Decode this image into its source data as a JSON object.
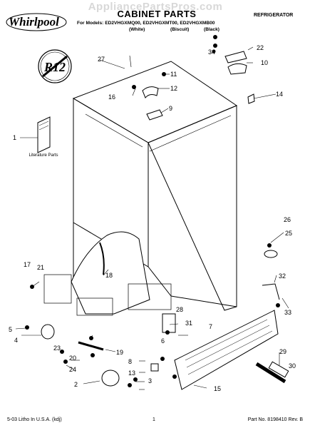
{
  "header": {
    "watermark": "AppliancePartsPros.com",
    "title": "CABINET PARTS",
    "category": "REFRIGERATOR",
    "models_line": "For Models: ED2VHGXMQ00, ED2VHGXMT00, ED2VHGXMB00",
    "variants": [
      "(White)",
      "(Biscuit)",
      "(Black)"
    ]
  },
  "logo": {
    "brand": "Whirlpool"
  },
  "badge": {
    "text": "R12"
  },
  "diagram": {
    "literature_label": "Literature Parts",
    "callouts": [
      "1",
      "2",
      "3",
      "4",
      "5",
      "6",
      "7",
      "8",
      "9",
      "10",
      "11",
      "12",
      "13",
      "14",
      "15",
      "16",
      "17",
      "18",
      "19",
      "20",
      "21",
      "22",
      "23",
      "24",
      "25",
      "26",
      "27",
      "28",
      "29",
      "30",
      "31",
      "32",
      "33",
      "34"
    ]
  },
  "footer": {
    "left": "5-03 Litho In U.S.A. (kdj)",
    "page": "1",
    "right": "Part No. 8198410 Rev. B"
  }
}
